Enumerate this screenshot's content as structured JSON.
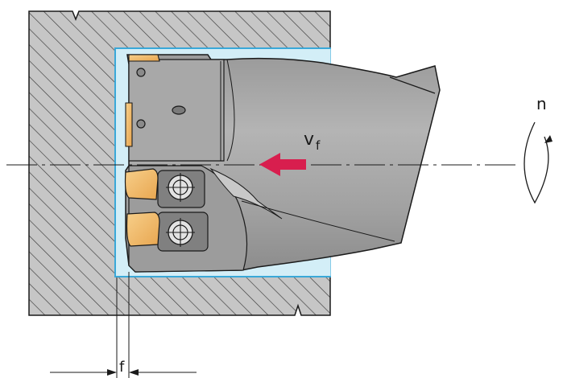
{
  "labels": {
    "rotation": "n",
    "feed_velocity": "v",
    "feed_velocity_sub": "f",
    "feed": "f"
  },
  "colors": {
    "workpiece_fill": "#c6c6c6",
    "hatch": "#3a3a3a",
    "cavity": "#d3eef7",
    "cavity_edge": "#3aa8d8",
    "tool_body": "#a0a0a0",
    "tool_highlight": "#c4c4c4",
    "insert": "#f2ba6a",
    "insert_dark": "#c98a3a",
    "arrow": "#d81e4e",
    "line": "#1a1a1a"
  },
  "icons": {
    "rotation": "rotation-arrow-icon",
    "feed": "feed-direction-arrow-icon",
    "screw": "screw-head-icon"
  }
}
